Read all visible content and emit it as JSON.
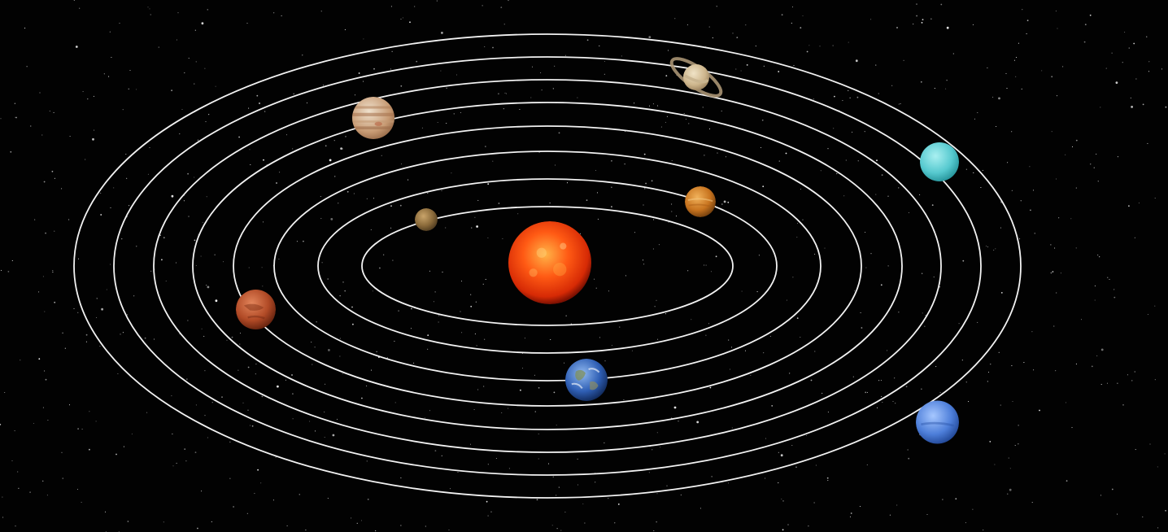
{
  "scene": {
    "background_color": "#020202",
    "orbit_color": "#f2f2f2",
    "star_color": "#ffffff"
  },
  "sun": {
    "name": "sun",
    "colors": [
      "#ffb347",
      "#ff5a14",
      "#d62a05",
      "#7a1002"
    ]
  },
  "planets": [
    {
      "name": "mercury",
      "colors": [
        "#c9a46a",
        "#8a6a3a",
        "#4d3a1f"
      ]
    },
    {
      "name": "venus",
      "colors": [
        "#f0b15a",
        "#c8741f",
        "#6b3a0c"
      ]
    },
    {
      "name": "earth",
      "colors": [
        "#8fb8ef",
        "#2f5fb5",
        "#0e2552"
      ]
    },
    {
      "name": "mars",
      "colors": [
        "#e3865c",
        "#b14a26",
        "#5e1f0c"
      ]
    },
    {
      "name": "jupiter",
      "colors": [
        "#efe1cd",
        "#c79a73",
        "#8a5e3e"
      ]
    },
    {
      "name": "saturn",
      "colors": [
        "#f0e3c6",
        "#cdb58c",
        "#8e7552"
      ]
    },
    {
      "name": "uranus",
      "colors": [
        "#a9f0f1",
        "#56c9cf",
        "#1f8c93"
      ]
    },
    {
      "name": "neptune",
      "colors": [
        "#a6c7ff",
        "#4d7ed9",
        "#1b3f8c"
      ]
    }
  ]
}
